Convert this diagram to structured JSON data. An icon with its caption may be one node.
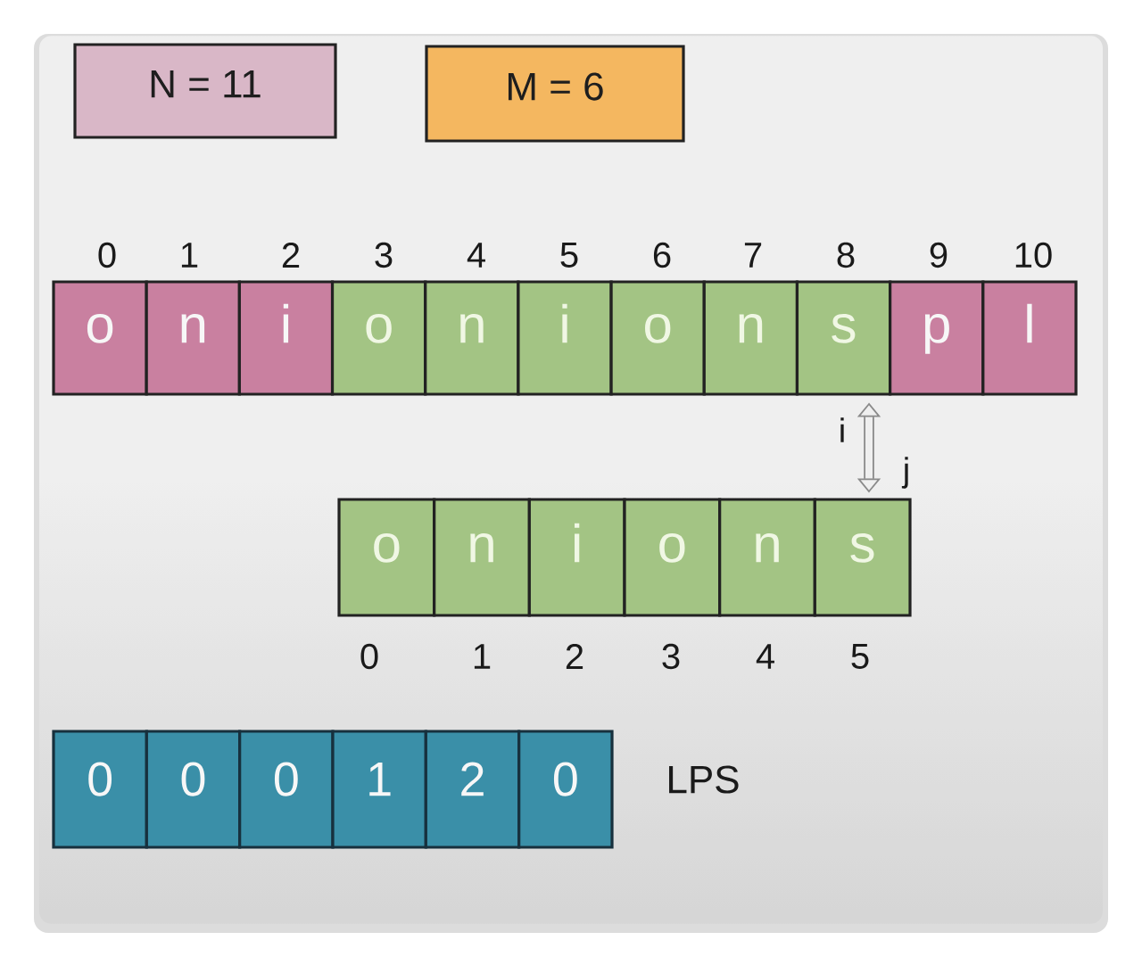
{
  "diagram": {
    "nodes": [
      {
        "text": [
          "N = 11"
        ]
      },
      {
        "text": [
          "M = 6"
        ]
      },
      {
        "text": [
          "o"
        ]
      },
      {
        "text": [
          "n"
        ]
      },
      {
        "text": [
          "i"
        ]
      },
      {
        "text": [
          "o"
        ]
      },
      {
        "text": [
          "n"
        ]
      },
      {
        "text": [
          "i"
        ]
      },
      {
        "text": [
          "o"
        ]
      },
      {
        "text": [
          "n"
        ]
      },
      {
        "text": [
          "s"
        ]
      },
      {
        "text": [
          "p"
        ]
      },
      {
        "text": [
          "l"
        ]
      },
      {
        "text": [
          "o"
        ]
      },
      {
        "text": [
          "n"
        ]
      },
      {
        "text": [
          "i"
        ]
      },
      {
        "text": [
          "o"
        ]
      },
      {
        "text": [
          "n"
        ]
      },
      {
        "text": [
          "s"
        ]
      },
      {
        "text": [
          "0"
        ]
      },
      {
        "text": [
          "0"
        ]
      },
      {
        "text": [
          "0"
        ]
      },
      {
        "text": [
          "1"
        ]
      },
      {
        "text": [
          "2"
        ]
      },
      {
        "text": [
          "0"
        ]
      }
    ],
    "edges": [
      {
        "from": 10,
        "to": 18,
        "arrow": "both"
      }
    ],
    "labels": [
      "0",
      "1",
      "2",
      "3",
      "4",
      "5",
      "6",
      "7",
      "8",
      "9",
      "10",
      "i",
      "j",
      "0",
      "1",
      "2",
      "3",
      "4",
      "5",
      "LPS"
    ]
  }
}
